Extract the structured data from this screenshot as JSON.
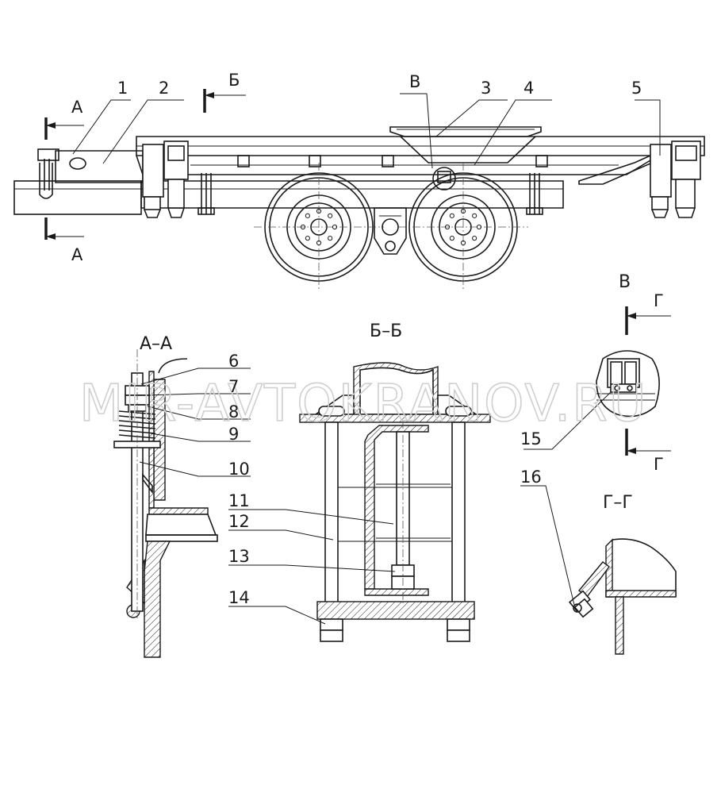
{
  "watermark": "MIR-AVTOKRANOV.RU",
  "views": {
    "section_aa": "А–А",
    "section_bb": "Б–Б",
    "detail_v": "В",
    "section_gg": "Г–Г"
  },
  "cut_marks": {
    "a": "А",
    "b": "Б",
    "v": "В",
    "g": "Г"
  },
  "callouts": [
    "1",
    "2",
    "3",
    "4",
    "5",
    "6",
    "7",
    "8",
    "9",
    "10",
    "11",
    "12",
    "13",
    "14",
    "15",
    "16"
  ]
}
